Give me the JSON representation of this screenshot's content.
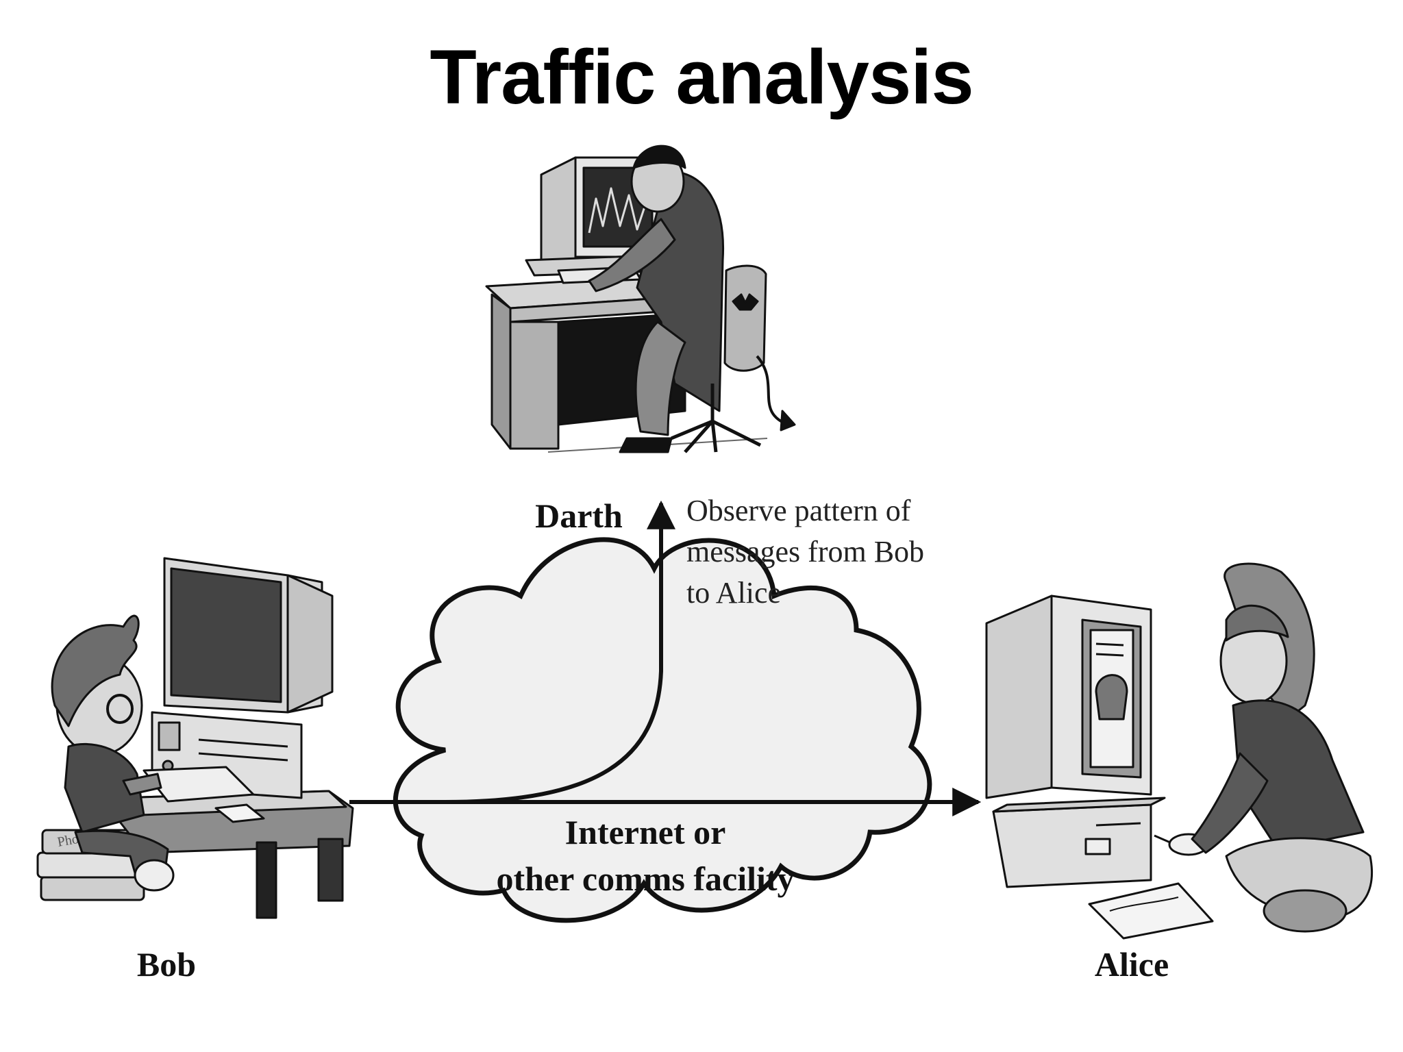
{
  "slide": {
    "title": "Traffic analysis"
  },
  "diagram": {
    "people": {
      "darth": "Darth",
      "bob": "Bob",
      "alice": "Alice"
    },
    "cloud_label": [
      "Internet or",
      "other comms facility"
    ],
    "observation_label": [
      "Observe pattern of",
      "messages from Bob",
      "to Alice"
    ],
    "book_spine_text": "Phone"
  },
  "colors": {
    "ink": "#111111",
    "cloud_fill": "#f0f0f0",
    "grey_dark": "#3a3a3a",
    "grey_mid": "#8c8c8c",
    "grey_light": "#d6d6d6"
  }
}
